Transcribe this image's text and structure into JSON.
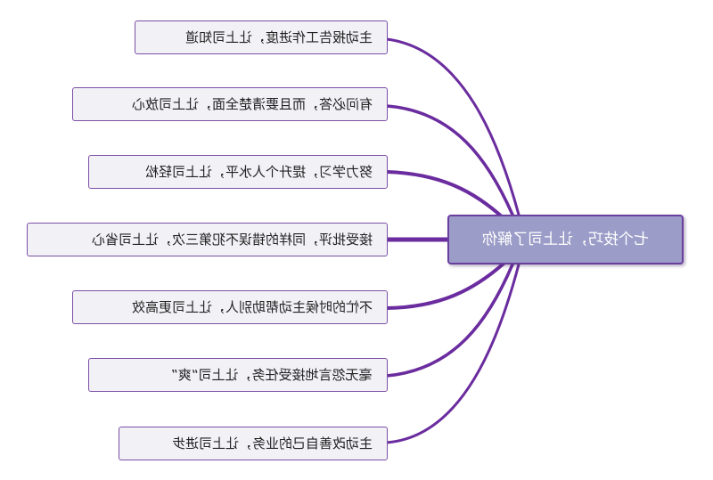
{
  "center": "七个技巧，让上司了解你",
  "branches": [
    "主动报告工作进度，让上司知道",
    "有问必答，而且要清楚全面，让上司放心",
    "努力学习，提升个人水平，让上司轻松",
    "接受批评，同样的错误不犯第三次，让上司省心",
    "不忙的时候主动帮助别人，让上司更高效",
    "毫无怨言地接受任务，让上司“爽”",
    "主动改善自己的业务，让上司进步"
  ],
  "colors": {
    "connector": "#6a2c9e",
    "node_border": "#7b4fa6",
    "node_fill": "#f2f1f6",
    "center_fill": "#9b9cc8",
    "center_border": "#6a3f9f"
  }
}
